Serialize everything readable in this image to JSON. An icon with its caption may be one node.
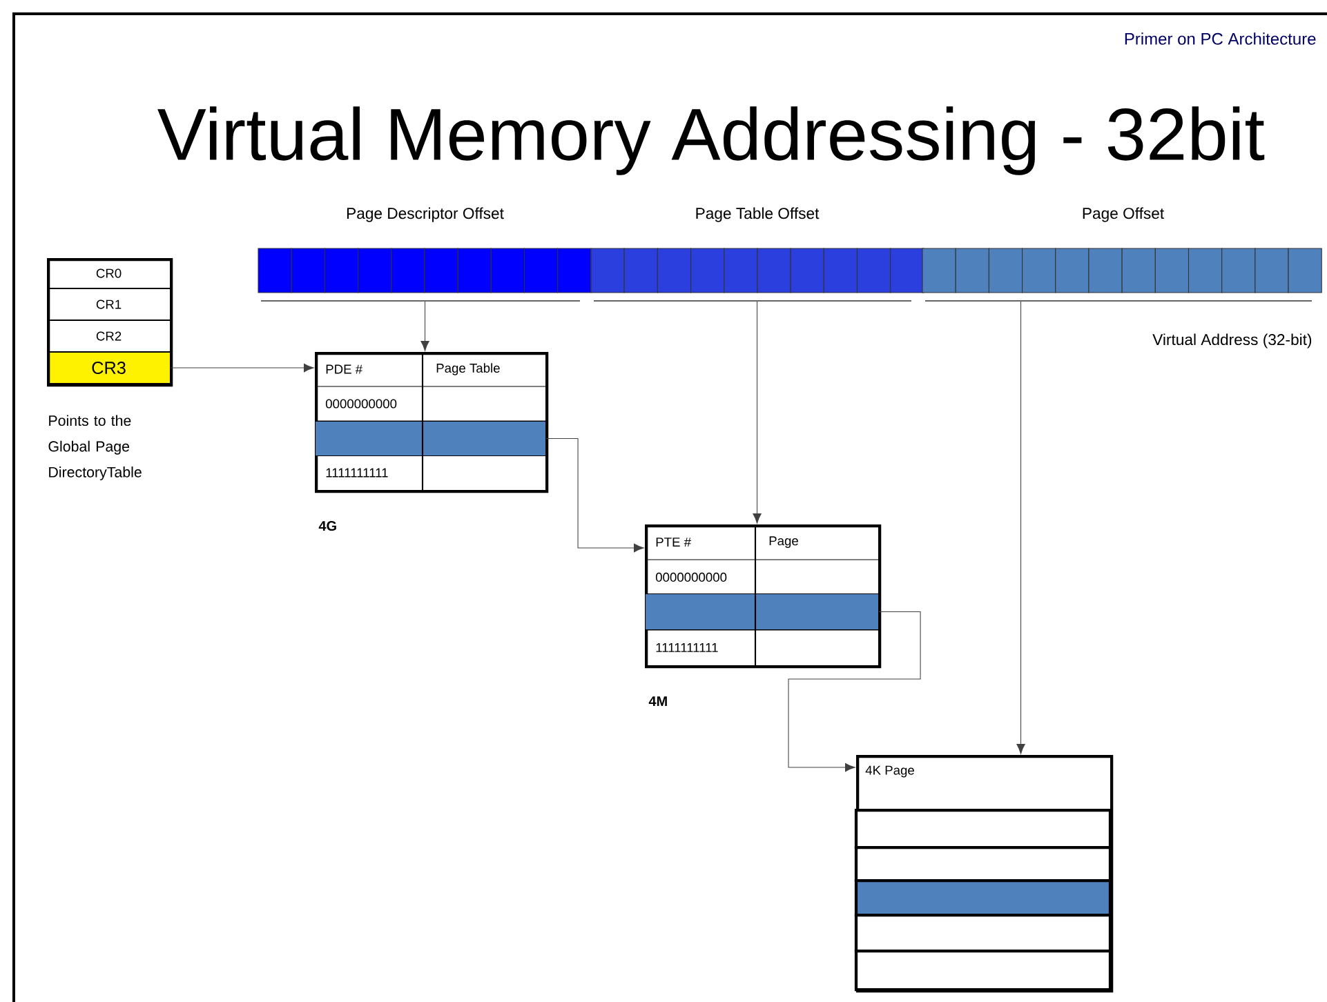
{
  "diagram": {
    "title": "Virtual Memory Addressing - 32bit",
    "nodes": [
      {
        "text": [],
        "shape": "box"
      },
      {
        "text": [
          "CR0"
        ],
        "in": 0
      },
      {
        "text": [
          "CR1"
        ],
        "in": 0
      },
      {
        "text": [
          "CR2"
        ],
        "in": 0
      },
      {
        "text": [
          "CR3"
        ],
        "in": 0
      },
      {
        "text": [
          "Page Descriptor Offset"
        ]
      },
      {
        "text": [
          "Page Table Offset"
        ]
      },
      {
        "text": [
          "Page Offset"
        ]
      },
      {
        "text": [
          "PDE #",
          "Page Table",
          "0000000000",
          "1111111111"
        ],
        "beside": [
          "4G"
        ]
      },
      {
        "text": [],
        "shape": "bar",
        "in": 8
      },
      {
        "text": [
          "PTE #",
          "Page",
          "0000000000",
          "1111111111"
        ],
        "beside": [
          "4M"
        ]
      },
      {
        "text": [],
        "shape": "bar",
        "in": 10
      },
      {
        "text": [
          "4K Page"
        ]
      }
    ],
    "edges": [
      {
        "from": 4,
        "to": 8,
        "arrow": "to"
      },
      {
        "from": 5,
        "to": 8,
        "arrow": "to"
      },
      {
        "from": 9,
        "to": 10,
        "arrow": "to"
      },
      {
        "from": 6,
        "to": 10,
        "arrow": "to"
      },
      {
        "from": 11,
        "to": 12,
        "arrow": "to"
      },
      {
        "from": 7,
        "to": 12,
        "arrow": "to"
      }
    ],
    "labels": [
      "Primer on PC Architecture",
      "Virtual Address (32-bit)",
      "Points to the Global Page DirectoryTable"
    ]
  }
}
